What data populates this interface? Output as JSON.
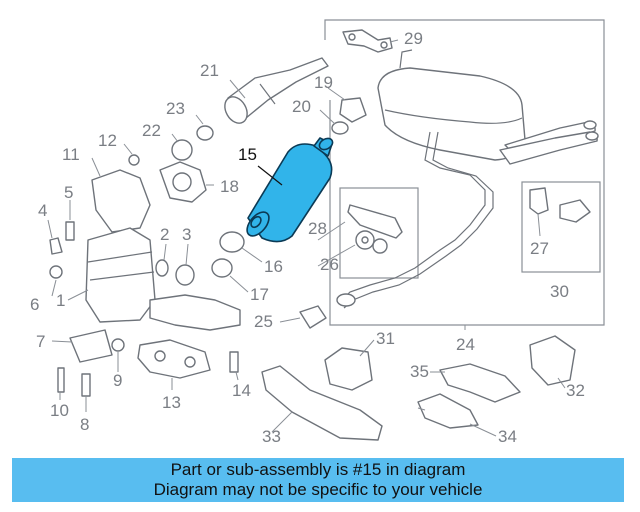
{
  "diagram": {
    "highlight_color": "#31b4ea",
    "callouts": [
      "1",
      "2",
      "3",
      "4",
      "5",
      "6",
      "7",
      "8",
      "9",
      "10",
      "11",
      "12",
      "13",
      "14",
      "15",
      "16",
      "17",
      "18",
      "19",
      "20",
      "21",
      "22",
      "23",
      "24",
      "25",
      "26",
      "27",
      "28",
      "29",
      "30",
      "31",
      "32",
      "33",
      "34",
      "35"
    ],
    "highlighted": "15"
  },
  "banner": {
    "line1": "Part or sub-assembly is #15 in diagram",
    "line2": "Diagram may not be specific to your vehicle"
  }
}
